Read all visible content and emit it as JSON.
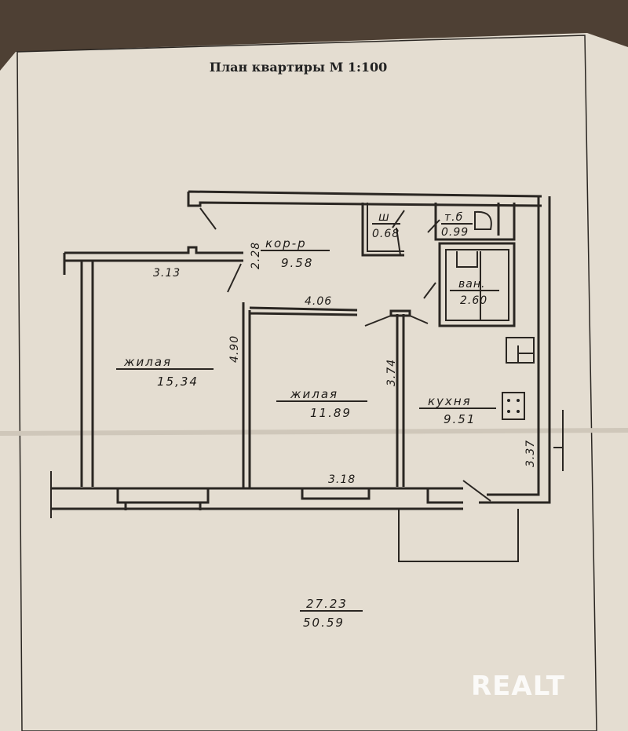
{
  "title": "План квартиры М 1:100",
  "rooms": [
    {
      "name": "жилая",
      "area": "15,34"
    },
    {
      "name": "жилая",
      "area": "11.89"
    },
    {
      "name": "кухня",
      "area": "9.51"
    },
    {
      "name": "кор-р",
      "area": "9.58"
    },
    {
      "name": "ш",
      "area": "0.68"
    },
    {
      "name": "т.б",
      "area": "0.99"
    },
    {
      "name": "ван.",
      "area": "2.60"
    }
  ],
  "dimensions": {
    "d1": "3.13",
    "d2": "2.28",
    "d3": "4.06",
    "d4": "4.90",
    "d5": "3.74",
    "d6": "3.18",
    "d7": "3.37"
  },
  "totals": {
    "living": "27.23",
    "total": "50.59"
  },
  "watermark": "REALT"
}
